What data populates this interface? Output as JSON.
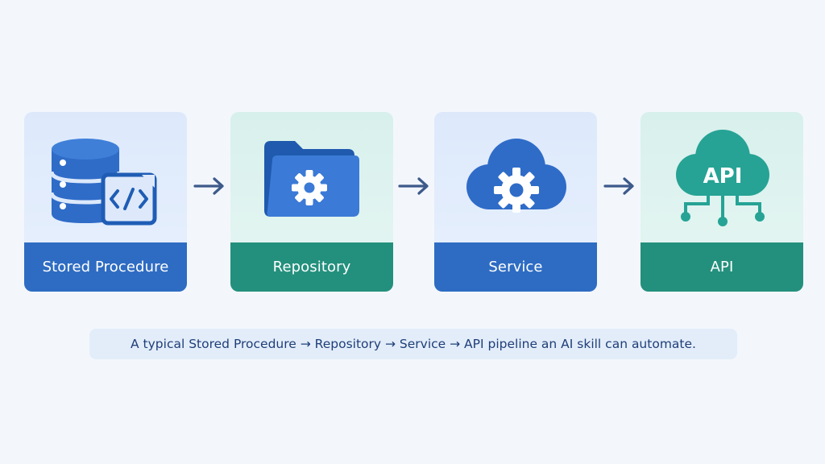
{
  "diagram": {
    "nodes": [
      {
        "id": "stored-procedure",
        "label": "Stored Procedure",
        "icon": "database-code-icon",
        "color": "#2e6cc3"
      },
      {
        "id": "repository",
        "label": "Repository",
        "icon": "folder-gear-icon",
        "color": "#23907d"
      },
      {
        "id": "service",
        "label": "Service",
        "icon": "cloud-gear-icon",
        "color": "#2e6cc3"
      },
      {
        "id": "api",
        "label": "API",
        "icon": "cloud-api-icon",
        "icon_text": "API",
        "color": "#23907d"
      }
    ],
    "arrows": [
      "arrow-right-icon",
      "arrow-right-icon",
      "arrow-right-icon"
    ],
    "caption": "A typical Stored Procedure → Repository → Service → API pipeline an AI skill can automate."
  }
}
